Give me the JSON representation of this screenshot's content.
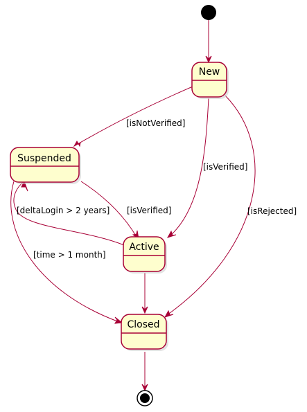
{
  "diagram": {
    "type": "state-machine",
    "states": {
      "new": "New",
      "suspended": "Suspended",
      "active": "Active",
      "closed": "Closed"
    },
    "transitions": {
      "new_to_suspended": "[isNotVerified]",
      "new_to_active": "[isVerified]",
      "new_to_closed": "[isRejected]",
      "suspended_to_active": "[isVerified]",
      "active_to_suspended": "[deltaLogin > 2 years]",
      "suspended_to_closed": "[time > 1 month]"
    },
    "colors": {
      "state_fill": "#FEFECE",
      "border": "#A80036",
      "initial": "#000000"
    }
  }
}
